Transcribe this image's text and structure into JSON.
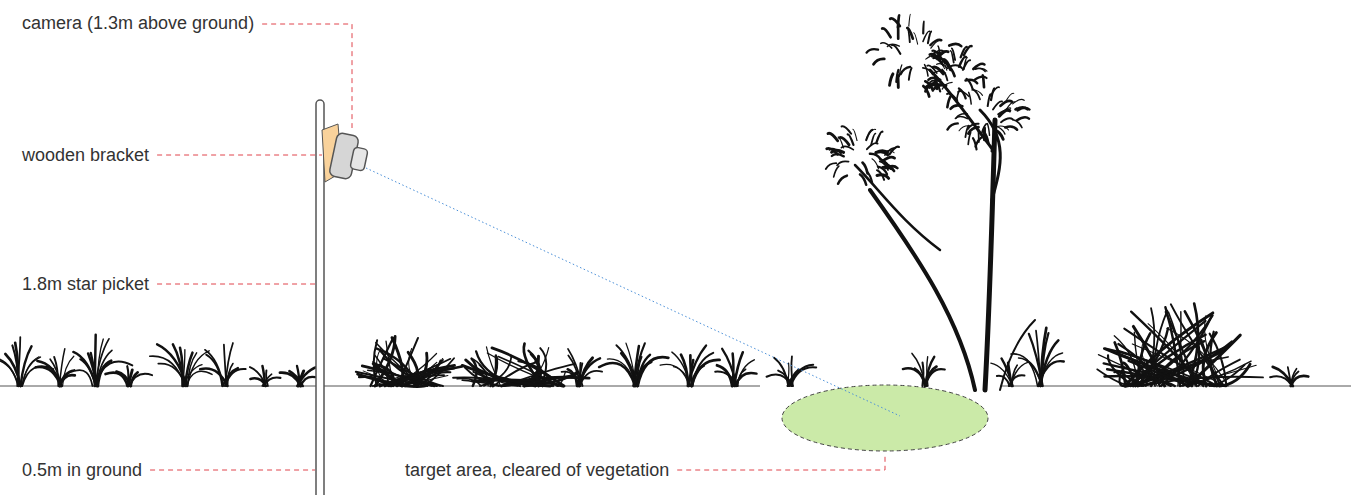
{
  "diagram": {
    "labels": [
      "camera (1.3m above ground)",
      "wooden bracket",
      "1.8m star picket",
      "0.5m in ground",
      "target area, cleared of vegetation"
    ]
  }
}
